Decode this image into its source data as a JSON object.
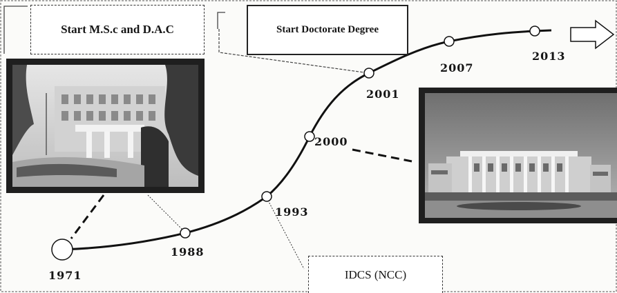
{
  "boxes": {
    "msc": "Start M.S.c and D.A.C",
    "doctorate": "Start Doctorate Degree",
    "idcs": "IDCS (NCC)"
  },
  "timeline": {
    "years": [
      "1971",
      "1988",
      "1993",
      "2000",
      "2001",
      "2007",
      "2013"
    ]
  },
  "photos": {
    "old_building": "old-campus-building-photo",
    "new_building": "new-campus-building-photo"
  },
  "colors": {
    "line": "#111111",
    "node_fill": "#ffffff",
    "photo_frame": "#1f1f1f"
  }
}
